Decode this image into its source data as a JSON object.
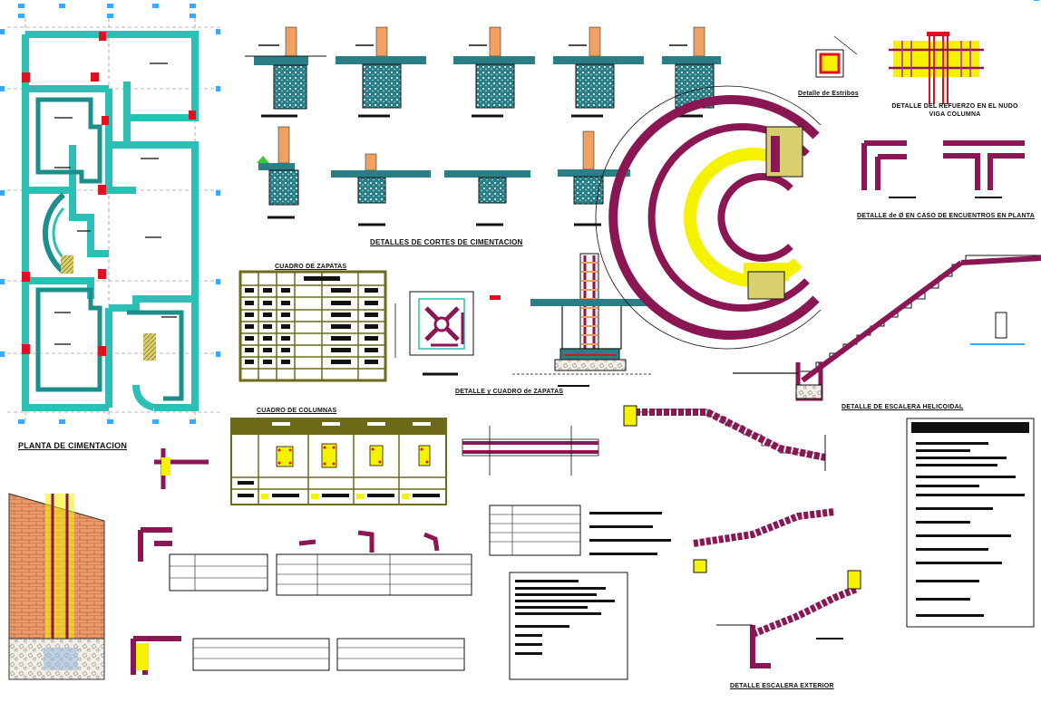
{
  "colors": {
    "wall_teal": "#2bbfb5",
    "teal_dark": "#1d8f8a",
    "rebar_maroon": "#8b1654",
    "yellow": "#f5f200",
    "concrete_fill": "#2a7f86",
    "column_red": "#e01020",
    "brick": "#e89a6a",
    "blue_mark": "#39a9ff",
    "table_olive": "#6b6b1a",
    "black": "#111111"
  },
  "titles": {
    "plan": "PLANTA DE CIMENTACION",
    "cortes": "DETALLES DE CORTES DE CIMENTACION",
    "zapatas_table": "CUADRO DE ZAPATAS",
    "zapatas_detail": "DETALLE y CUADRO de  ZAPATAS",
    "columnas": "CUADRO DE COLUMNAS",
    "estribos": "Detalle de Estribos",
    "refuerzo": "DETALLE DEL REFUERZO EN EL NUDO VIGA COLUMNA",
    "encuentros": "DETALLE de Ø EN CASO DE ENCUENTROS EN PLANTA",
    "helicoidal": "DETALLE DE ESCALERA HELICOIDAL",
    "exterior": "DETALLE ESCALERA EXTERIOR"
  }
}
